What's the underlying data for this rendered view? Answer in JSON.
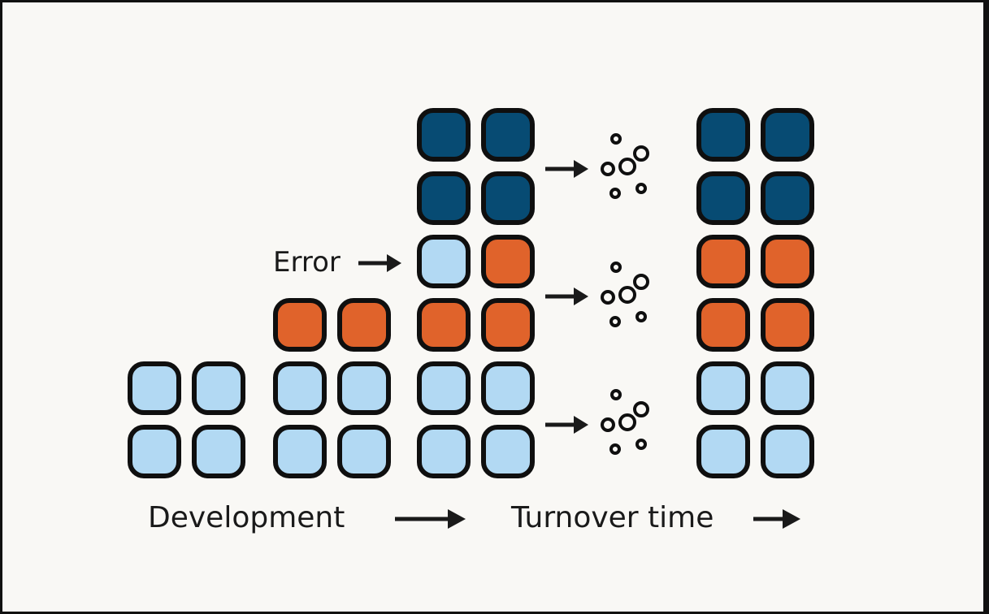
{
  "labels": {
    "error": "Error",
    "development": "Development",
    "turnover_time": "Turnover time"
  },
  "colors": {
    "light": "#b2d9f3",
    "orange": "#e0632b",
    "dark": "#074b73",
    "outline": "#0f0f0f",
    "background": "#f9f8f5"
  },
  "stacks": [
    {
      "name": "stage-1",
      "rows_bottom_to_top": [
        [
          "light",
          "light"
        ],
        [
          "light",
          "light"
        ]
      ]
    },
    {
      "name": "stage-2",
      "rows_bottom_to_top": [
        [
          "light",
          "light"
        ],
        [
          "light",
          "light"
        ],
        [
          "orange",
          "orange"
        ]
      ]
    },
    {
      "name": "stage-3",
      "rows_bottom_to_top": [
        [
          "light",
          "light"
        ],
        [
          "light",
          "light"
        ],
        [
          "orange",
          "orange"
        ],
        [
          "light",
          "orange"
        ],
        [
          "dark",
          "dark"
        ],
        [
          "dark",
          "dark"
        ]
      ]
    },
    {
      "name": "stage-4",
      "rows_bottom_to_top": [
        [
          "light",
          "light"
        ],
        [
          "light",
          "light"
        ],
        [
          "orange",
          "orange"
        ],
        [
          "orange",
          "orange"
        ],
        [
          "dark",
          "dark"
        ],
        [
          "dark",
          "dark"
        ]
      ]
    }
  ],
  "icons": {
    "arrow": "arrow-right-icon",
    "turnover": "bubbles-icon"
  }
}
